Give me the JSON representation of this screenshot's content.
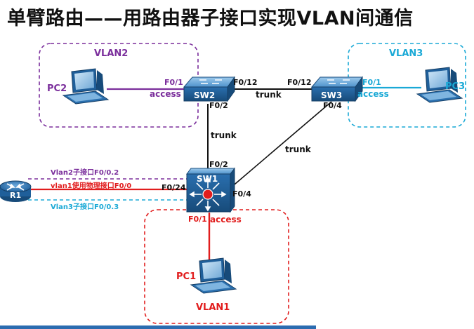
{
  "title": "单臂路由——用路由器子接口实现VLAN间通信",
  "colors": {
    "vlan1": "#e11d1d",
    "vlan2": "#7b2f9c",
    "vlan3": "#1aa9d6",
    "link": "#111111",
    "device_blue": "#1f5f9a",
    "device_light": "#5aa3d8"
  },
  "vlans": {
    "vlan1": "VLAN1",
    "vlan2": "VLAN2",
    "vlan3": "VLAN3"
  },
  "devices": {
    "pc1": "PC1",
    "pc2": "PC2",
    "pc3": "PC3",
    "sw1": "SW1",
    "sw2": "SW2",
    "sw3": "SW3",
    "r1": "R1"
  },
  "ports": {
    "sw2_f01": "F0/1",
    "sw2_f012": "F0/12",
    "sw2_f02": "F0/2",
    "sw3_f012": "F0/12",
    "sw3_f01": "F0/1",
    "sw3_f04": "F0/4",
    "sw1_f02": "F0/2",
    "sw1_f024": "F0/24",
    "sw1_f04": "F0/4",
    "sw1_f01": "F0/1"
  },
  "link_modes": {
    "pc2_sw2": "access",
    "sw3_pc3": "access",
    "sw2_sw3": "trunk",
    "sw2_sw1": "trunk",
    "sw3_sw1": "trunk",
    "sw1_pc1": "access"
  },
  "router_subifs": {
    "vlan2": "Vlan2子接口F0/0.2",
    "vlan1": "vlan1使用物理接口F0/0",
    "vlan3": "Vlan3子接口F0/0.3"
  },
  "icons": {
    "pc": "pc-icon",
    "switch": "switch-icon",
    "multilayer_switch": "multilayer-switch-icon",
    "router": "router-icon"
  }
}
